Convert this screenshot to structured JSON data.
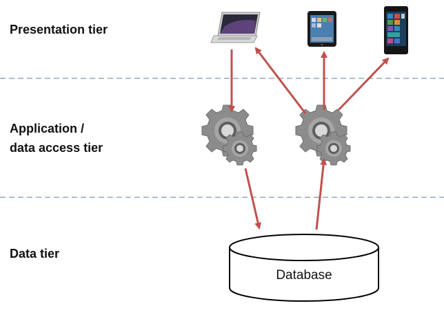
{
  "tiers": {
    "presentation": "Presentation tier",
    "application_line1": "Application /",
    "application_line2": "data access tier",
    "data": "Data tier"
  },
  "database": {
    "label": "Database"
  },
  "clients": [
    {
      "name": "laptop-icon"
    },
    {
      "name": "tablet-icon"
    },
    {
      "name": "phone-icon"
    }
  ],
  "servers": [
    {
      "name": "gears-icon"
    },
    {
      "name": "gears-icon"
    }
  ],
  "colors": {
    "arrow": "#c0504d",
    "divider": "#5b7c9c",
    "gear": "#8c8c8c",
    "database_stroke": "#000000"
  }
}
